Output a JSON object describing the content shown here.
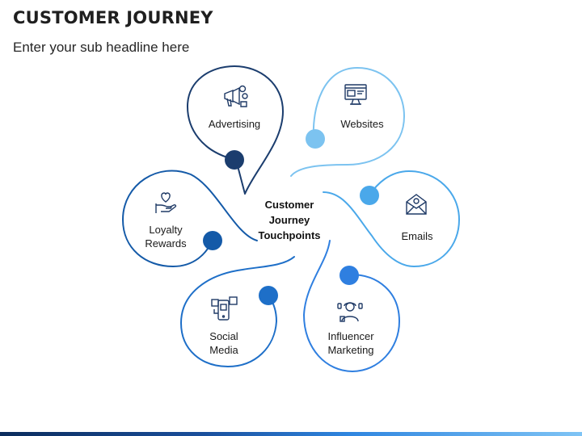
{
  "header": {
    "title": "CUSTOMER JOURNEY",
    "subtitle": "Enter your sub headline here"
  },
  "diagram": {
    "center_label": [
      "Customer",
      "Journey",
      "Touchpoints"
    ],
    "touchpoints": [
      {
        "id": "advertising",
        "label": [
          "Advertising"
        ],
        "icon": "megaphone-icon",
        "color": "#1b3d6e"
      },
      {
        "id": "websites",
        "label": [
          "Websites"
        ],
        "icon": "website-monitor-icon",
        "color": "#7cc3f0"
      },
      {
        "id": "emails",
        "label": [
          "Emails"
        ],
        "icon": "email-envelope-icon",
        "color": "#4aa8ea"
      },
      {
        "id": "influencer-marketing",
        "label": [
          "Influencer",
          "Marketing"
        ],
        "icon": "influencer-person-icon",
        "color": "#2f7fe0"
      },
      {
        "id": "social-media",
        "label": [
          "Social",
          "Media"
        ],
        "icon": "social-media-phone-icon",
        "color": "#1e6fc8"
      },
      {
        "id": "loyalty-rewards",
        "label": [
          "Loyalty",
          "Rewards"
        ],
        "icon": "heart-hand-icon",
        "color": "#145aa8"
      }
    ]
  }
}
